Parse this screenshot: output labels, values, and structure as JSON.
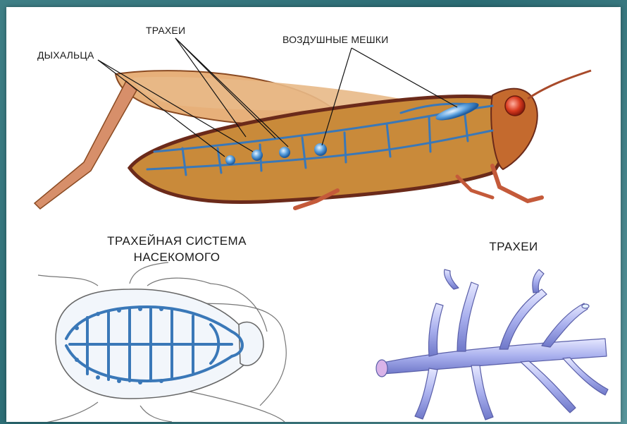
{
  "labels": {
    "spiracles": "ДЫХАЛЬЦА",
    "tracheae_top": "ТРАХЕИ",
    "air_sacs": "ВОЗДУШНЫЕ МЕШКИ",
    "system_line1": "ТРАХЕЙНАЯ СИСТЕМА",
    "system_line2": "НАСЕКОМОГО",
    "tracheae_bottom": "ТРАХЕИ"
  },
  "colors": {
    "frame_border": "#2f7078",
    "body_fill": "#c98a3a",
    "wing_fill": "#e8b987",
    "dark_outline": "#6b2a1a",
    "trachea_blue": "#3a78b8",
    "trachea_light": "#b9bff0"
  }
}
